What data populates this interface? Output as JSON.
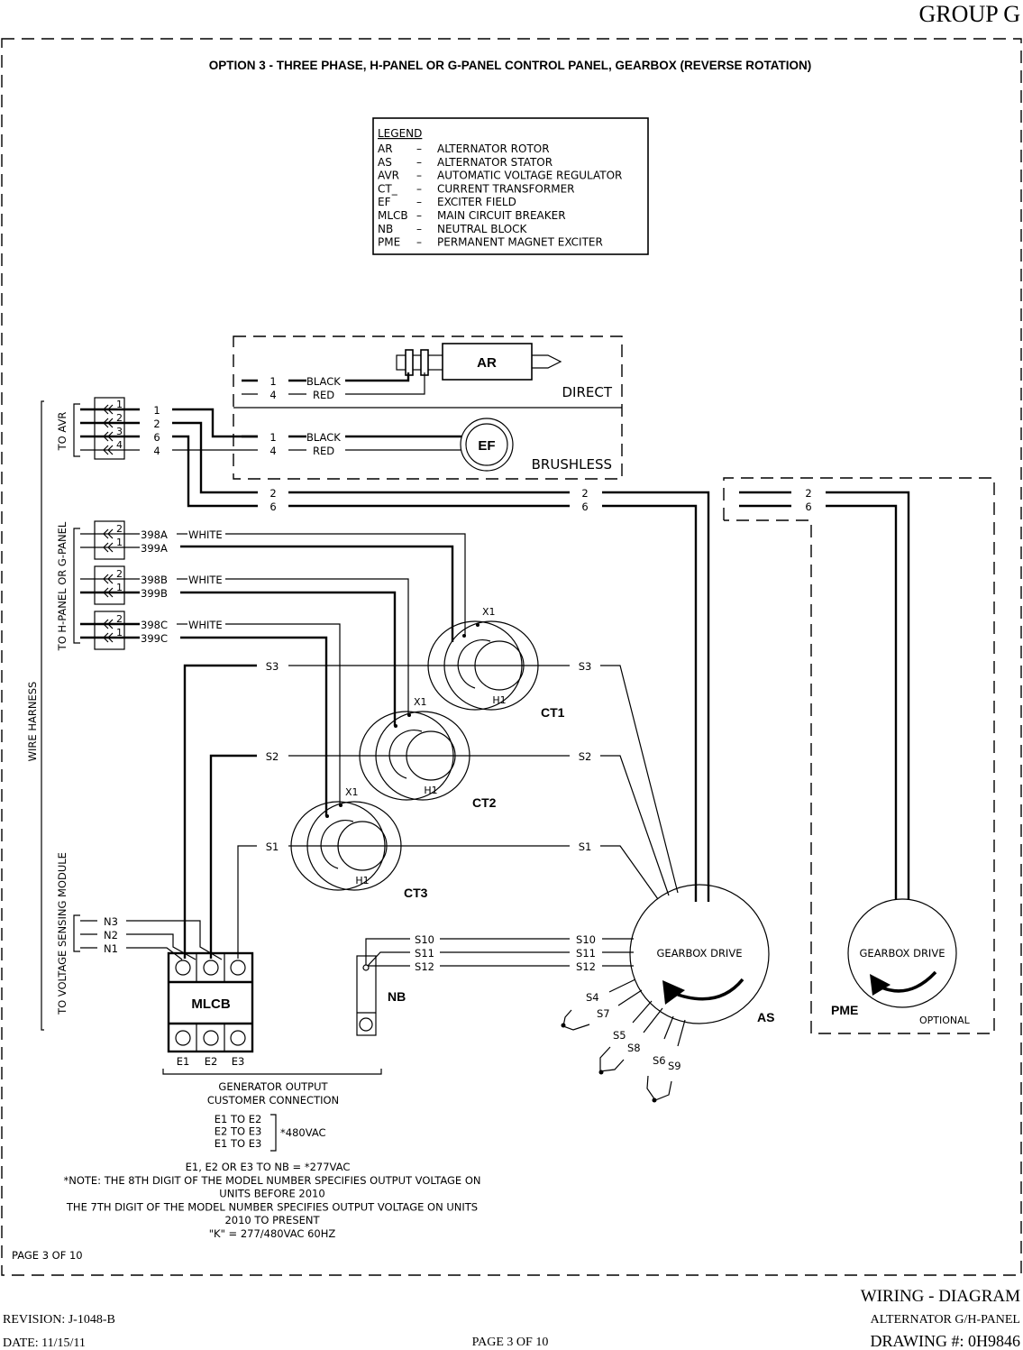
{
  "header": {
    "group": "GROUP G",
    "title": "OPTION 3 - THREE PHASE, H-PANEL OR G-PANEL CONTROL PANEL, GEARBOX (REVERSE ROTATION)"
  },
  "legend": {
    "heading": "LEGEND",
    "items": [
      {
        "abbr": "AR",
        "sep": "–",
        "desc": "ALTERNATOR ROTOR"
      },
      {
        "abbr": "AS",
        "sep": "–",
        "desc": "ALTERNATOR STATOR"
      },
      {
        "abbr": "AVR",
        "sep": "–",
        "desc": "AUTOMATIC VOLTAGE REGULATOR"
      },
      {
        "abbr": "CT_",
        "sep": "–",
        "desc": "CURRENT TRANSFORMER"
      },
      {
        "abbr": "EF",
        "sep": "–",
        "desc": "EXCITER FIELD"
      },
      {
        "abbr": "MLCB",
        "sep": "–",
        "desc": "MAIN CIRCUIT BREAKER"
      },
      {
        "abbr": "NB",
        "sep": "–",
        "desc": "NEUTRAL BLOCK"
      },
      {
        "abbr": "PME",
        "sep": "–",
        "desc": "PERMANENT MAGNET EXCITER"
      }
    ]
  },
  "harness": {
    "label": "WIRE HARNESS",
    "to_avr": "TO AVR",
    "to_panel": "TO H-PANEL OR G-PANEL",
    "to_vsm": "TO VOLTAGE SENSING MODULE",
    "avr_pins": [
      "1",
      "2",
      "3",
      "4"
    ],
    "avr_wires": [
      "1",
      "2",
      "6",
      "4"
    ],
    "panel_pins": [
      "2",
      "1"
    ],
    "panel_wires": [
      {
        "a": "398A",
        "b": "399A",
        "color": "WHITE"
      },
      {
        "a": "398B",
        "b": "399B",
        "color": "WHITE"
      },
      {
        "a": "398C",
        "b": "399C",
        "color": "WHITE"
      }
    ],
    "vsm_wires": [
      "N3",
      "N2",
      "N1"
    ]
  },
  "exciter": {
    "direct_label": "DIRECT",
    "brushless_label": "BRUSHLESS",
    "ar_label": "AR",
    "ef_label": "EF",
    "wire1": "1",
    "wire4": "4",
    "black": "BLACK",
    "red": "RED"
  },
  "bus": {
    "w2": "2",
    "w6": "6"
  },
  "cts": [
    {
      "name": "CT1",
      "x1": "X1",
      "h1": "H1",
      "s": "S3"
    },
    {
      "name": "CT2",
      "x1": "X1",
      "h1": "H1",
      "s": "S2"
    },
    {
      "name": "CT3",
      "x1": "X1",
      "h1": "H1",
      "s": "S1"
    }
  ],
  "stator": {
    "label": "AS",
    "drive": "GEARBOX DRIVE",
    "neutral_leads": [
      "S10",
      "S11",
      "S12"
    ],
    "pairs": [
      [
        "S4",
        "S7"
      ],
      [
        "S5",
        "S8"
      ],
      [
        "S6",
        "S9"
      ]
    ]
  },
  "nb": {
    "label": "NB"
  },
  "mlcb": {
    "label": "MLCB",
    "terminals": [
      "E1",
      "E2",
      "E3"
    ]
  },
  "pme": {
    "label": "PME",
    "drive": "GEARBOX DRIVE",
    "optional": "OPTIONAL"
  },
  "output": {
    "heading1": "GENERATOR OUTPUT",
    "heading2": "CUSTOMER CONNECTION",
    "pairs": [
      "E1  TO  E2",
      "E2  TO  E3",
      "E1  TO  E3"
    ],
    "ll_voltage": "*480VAC",
    "ln": "E1, E2 OR E3 TO NB = *277VAC",
    "note": [
      "*NOTE:  THE 8TH DIGIT OF THE MODEL NUMBER SPECIFIES OUTPUT VOLTAGE ON",
      "UNITS BEFORE 2010",
      "THE 7TH DIGIT OF THE MODEL NUMBER SPECIFIES OUTPUT VOLTAGE ON UNITS",
      "2010 TO PRESENT",
      "\"K\" = 277/480VAC 60HZ"
    ],
    "page_inner": "PAGE 3 OF 10"
  },
  "footer": {
    "title": "WIRING - DIAGRAM",
    "subtitle": "ALTERNATOR G/H-PANEL",
    "drawing": "DRAWING #: 0H9846",
    "revision": "REVISION: J-1048-B",
    "date": "DATE: 11/15/11",
    "page": "PAGE 3 OF 10"
  }
}
